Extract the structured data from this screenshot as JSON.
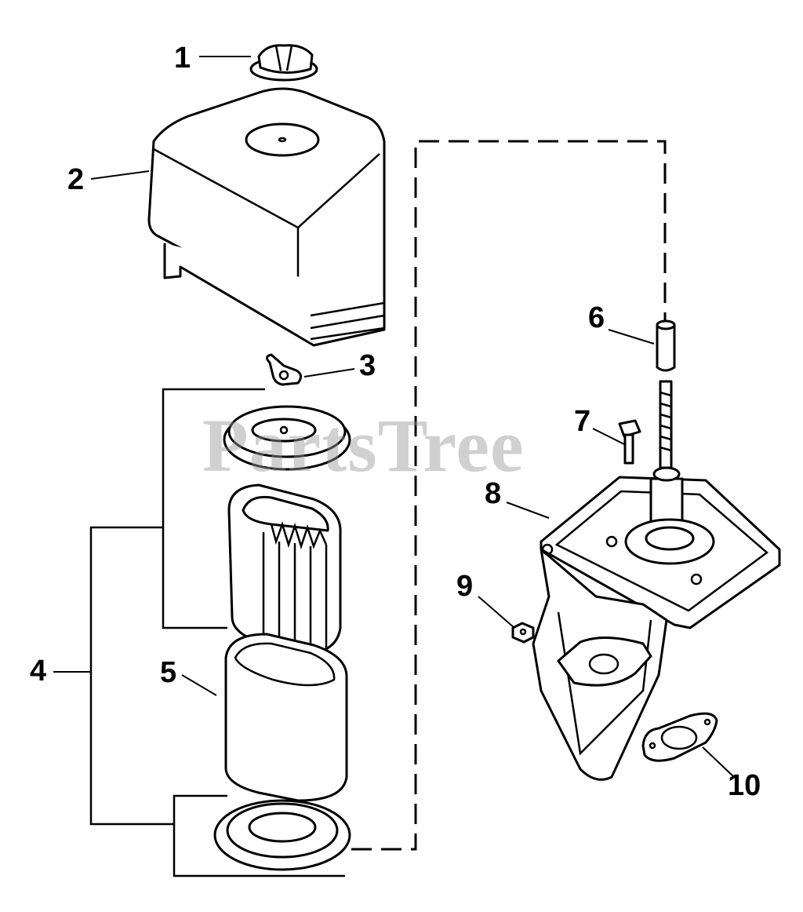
{
  "watermark": "PartsTree",
  "callouts": [
    {
      "id": "1",
      "label": "1"
    },
    {
      "id": "2",
      "label": "2"
    },
    {
      "id": "3",
      "label": "3"
    },
    {
      "id": "4",
      "label": "4"
    },
    {
      "id": "5",
      "label": "5"
    },
    {
      "id": "6",
      "label": "6"
    },
    {
      "id": "7",
      "label": "7"
    },
    {
      "id": "8",
      "label": "8"
    },
    {
      "id": "9",
      "label": "9"
    },
    {
      "id": "10",
      "label": "10"
    }
  ],
  "colors": {
    "line": "#000000",
    "background": "#ffffff",
    "watermark": "#969696"
  }
}
